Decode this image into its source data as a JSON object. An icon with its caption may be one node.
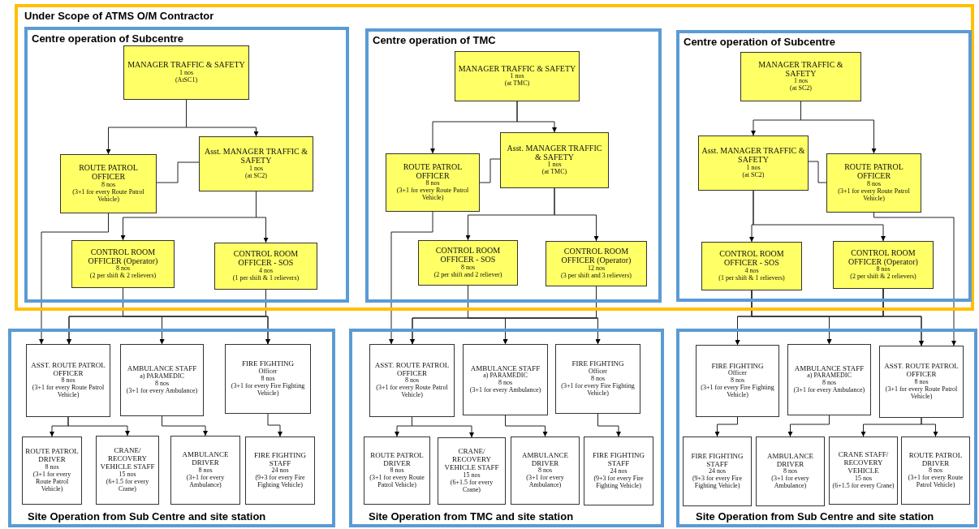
{
  "diagram": {
    "nodes": [
      {
        "text": [
          "Under Scope of ATMS O/M Contractor"
        ]
      },
      {
        "text": [
          "Centre operation of Subcentre"
        ],
        "in": 0
      },
      {
        "text": [
          "MANAGER TRAFFIC & SAFETY",
          "1 nos",
          "(AtSC1)"
        ],
        "in": 1
      },
      {
        "text": [
          "ROUTE PATROL OFFICER",
          "8 nos",
          "(3+1 for every Route Patrol Vehicle)"
        ],
        "in": 1
      },
      {
        "text": [
          "Asst. MANAGER TRAFFIC & SAFETY",
          "1 nos",
          "(at SC2)"
        ],
        "in": 1
      },
      {
        "text": [
          "CONTROL ROOM OFFICER (Operator)",
          "8 nos",
          "(2 per shift & 2 relievers)"
        ],
        "in": 1
      },
      {
        "text": [
          "CONTROL ROOM OFFICER - SOS",
          "4 nos",
          "(1 per shift & 1 relievers)"
        ],
        "in": 1
      },
      {
        "text": [
          "Centre operation of TMC"
        ],
        "in": 0
      },
      {
        "text": [
          "MANAGER TRAFFIC & SAFETY",
          "1 nos",
          "(at TMC)"
        ],
        "in": 7
      },
      {
        "text": [
          "ROUTE PATROL OFFICER",
          "8 nos",
          "(3+1 for every Route Patrol Vehicle)"
        ],
        "in": 7
      },
      {
        "text": [
          "Asst. MANAGER TRAFFIC & SAFETY",
          "1 nos",
          "(at TMC)"
        ],
        "in": 7
      },
      {
        "text": [
          "CONTROL ROOM OFFICER - SOS",
          "8 nos",
          "(2 per shift and 2 reliever)"
        ],
        "in": 7
      },
      {
        "text": [
          "CONTROL ROOM OFFICER (Operator)",
          "12 nos",
          "(3 per shift and 3 relievers)"
        ],
        "in": 7
      },
      {
        "text": [
          "Centre operation of Subcentre"
        ],
        "in": 0
      },
      {
        "text": [
          "MANAGER TRAFFIC & SAFETY",
          "1 nos",
          "(at SC2)"
        ],
        "in": 13
      },
      {
        "text": [
          "Asst. MANAGER TRAFFIC & SAFETY",
          "1 nos",
          "(at SC2)"
        ],
        "in": 13
      },
      {
        "text": [
          "ROUTE PATROL OFFICER",
          "8 nos",
          "(3+1 for every Route Patrol Vehicle)"
        ],
        "in": 13
      },
      {
        "text": [
          "CONTROL ROOM OFFICER - SOS",
          "4 nos",
          "(1 per shift & 1 relievers)"
        ],
        "in": 13
      },
      {
        "text": [
          "CONTROL ROOM OFFICER (Operator)",
          "8 nos",
          "(2 per shift & 2 relievers)"
        ],
        "in": 13
      },
      {
        "text": [
          "Site Operation from Sub Centre and site station"
        ]
      },
      {
        "text": [
          "ASST. ROUTE PATROL OFFICER",
          "8 nos",
          "(3+1 for every Route Patrol Vehicle)"
        ],
        "in": 19
      },
      {
        "text": [
          "AMBULANCE STAFF",
          "a) PARAMEDIC",
          "8 nos",
          "(3+1 for every Ambulance)"
        ],
        "in": 19
      },
      {
        "text": [
          "FIRE FIGHTING",
          "Officer",
          "8 nos",
          "(3+1 for every Fire Fighting Vehicle)"
        ],
        "in": 19
      },
      {
        "text": [
          "ROUTE PATROL DRIVER",
          "8 nos",
          "(3+1 for every Route Patrol Vehicle)"
        ],
        "in": 19
      },
      {
        "text": [
          "CRANE/ RECOVERY VEHICLE STAFF",
          "15 nos",
          "(6+1.5 for every Crane)"
        ],
        "in": 19
      },
      {
        "text": [
          "AMBULANCE DRIVER",
          "8 nos",
          "(3+1 for every Ambulance)"
        ],
        "in": 19
      },
      {
        "text": [
          "FIRE FIGHTING STAFF",
          "24 nos",
          "(9+3 for every Fire Fighting Vehicle)"
        ],
        "in": 19
      },
      {
        "text": [
          "Site Operation from TMC and site station"
        ]
      },
      {
        "text": [
          "ASST. ROUTE PATROL OFFICER",
          "8 nos",
          "(3+1 for every Route Patrol Vehicle)"
        ],
        "in": 27
      },
      {
        "text": [
          "AMBULANCE STAFF",
          "a) PARAMEDIC",
          "8 nos",
          "(3+1 for every Ambulance)"
        ],
        "in": 27
      },
      {
        "text": [
          "FIRE FIGHTING",
          "Officer",
          "8 nos",
          "(3+1 for every Fire Fighting Vehicle)"
        ],
        "in": 27
      },
      {
        "text": [
          "ROUTE PATROL DRIVER",
          "8 nos",
          "(3+1 for every Route Patrol Vehicle)"
        ],
        "in": 27
      },
      {
        "text": [
          "CRANE/ RECOVERY VEHICLE STAFF",
          "15 nos",
          "(6+1.5 for every Crane)"
        ],
        "in": 27
      },
      {
        "text": [
          "AMBULANCE DRIVER",
          "8 nos",
          "(3+1 for every Ambulance)"
        ],
        "in": 27
      },
      {
        "text": [
          "FIRE FIGHTING STAFF",
          "24 nos",
          "(9+3 for every Fire Fighting Vehicle)"
        ],
        "in": 27
      },
      {
        "text": [
          "Site Operation from Sub Centre and site station"
        ]
      },
      {
        "text": [
          "FIRE FIGHTING",
          "Officer",
          "8 nos",
          "(3+1 for every Fire Fighting Vehicle)"
        ],
        "in": 35
      },
      {
        "text": [
          "AMBULANCE STAFF",
          "a) PARAMEDIC",
          "8 nos",
          "(3+1 for every Ambulance)"
        ],
        "in": 35
      },
      {
        "text": [
          "ASST. ROUTE PATROL OFFICER",
          "8 nos",
          "(3+1 for every Route Patrol Vehicle)"
        ],
        "in": 35
      },
      {
        "text": [
          "FIRE FIGHTING STAFF",
          "24 nos",
          "(9+3 for every Fire Fighting Vehicle)"
        ],
        "in": 35
      },
      {
        "text": [
          "AMBULANCE DRIVER",
          "8 nos",
          "(3+1 for every Ambulance)"
        ],
        "in": 35
      },
      {
        "text": [
          "CRANE STAFF/ RECOVERY VEHICLE",
          "15 nos",
          "(6+1.5 for every Crane)"
        ],
        "in": 35
      },
      {
        "text": [
          "ROUTE PATROL DRIVER",
          "8 nos",
          "(3+1 for every Route Patrol Vehicle)"
        ],
        "in": 35
      }
    ],
    "edges": [
      {
        "from": 2,
        "to": 3,
        "arrow": "to"
      },
      {
        "from": 2,
        "to": 4,
        "arrow": "to"
      },
      {
        "from": 4,
        "to": 3,
        "arrow": "none"
      },
      {
        "from": 4,
        "to": 5,
        "arrow": "to"
      },
      {
        "from": 4,
        "to": 6,
        "arrow": "to"
      },
      {
        "from": 3,
        "to": 20,
        "arrow": "to"
      },
      {
        "from": 5,
        "to": 20,
        "arrow": "to"
      },
      {
        "from": 5,
        "to": 21,
        "arrow": "to"
      },
      {
        "from": 5,
        "to": 22,
        "arrow": "to"
      },
      {
        "from": 6,
        "to": 20,
        "arrow": "to"
      },
      {
        "from": 6,
        "to": 21,
        "arrow": "to"
      },
      {
        "from": 6,
        "to": 22,
        "arrow": "to"
      },
      {
        "from": 20,
        "to": 23,
        "arrow": "to"
      },
      {
        "from": 20,
        "to": 24,
        "arrow": "to"
      },
      {
        "from": 21,
        "to": 25,
        "arrow": "to"
      },
      {
        "from": 22,
        "to": 26,
        "arrow": "to"
      },
      {
        "from": 8,
        "to": 9,
        "arrow": "to"
      },
      {
        "from": 8,
        "to": 10,
        "arrow": "to"
      },
      {
        "from": 10,
        "to": 9,
        "arrow": "none"
      },
      {
        "from": 10,
        "to": 11,
        "arrow": "to"
      },
      {
        "from": 10,
        "to": 12,
        "arrow": "to"
      },
      {
        "from": 9,
        "to": 28,
        "arrow": "to"
      },
      {
        "from": 11,
        "to": 28,
        "arrow": "to"
      },
      {
        "from": 11,
        "to": 29,
        "arrow": "to"
      },
      {
        "from": 11,
        "to": 30,
        "arrow": "to"
      },
      {
        "from": 12,
        "to": 28,
        "arrow": "to"
      },
      {
        "from": 12,
        "to": 29,
        "arrow": "to"
      },
      {
        "from": 12,
        "to": 30,
        "arrow": "to"
      },
      {
        "from": 28,
        "to": 31,
        "arrow": "to"
      },
      {
        "from": 28,
        "to": 32,
        "arrow": "to"
      },
      {
        "from": 29,
        "to": 33,
        "arrow": "to"
      },
      {
        "from": 30,
        "to": 34,
        "arrow": "to"
      },
      {
        "from": 14,
        "to": 15,
        "arrow": "to"
      },
      {
        "from": 14,
        "to": 16,
        "arrow": "to"
      },
      {
        "from": 15,
        "to": 16,
        "arrow": "none"
      },
      {
        "from": 15,
        "to": 17,
        "arrow": "to"
      },
      {
        "from": 15,
        "to": 18,
        "arrow": "to"
      },
      {
        "from": 16,
        "to": 38,
        "arrow": "to"
      },
      {
        "from": 17,
        "to": 36,
        "arrow": "to"
      },
      {
        "from": 17,
        "to": 37,
        "arrow": "to"
      },
      {
        "from": 17,
        "to": 38,
        "arrow": "to"
      },
      {
        "from": 18,
        "to": 36,
        "arrow": "to"
      },
      {
        "from": 18,
        "to": 37,
        "arrow": "to"
      },
      {
        "from": 18,
        "to": 38,
        "arrow": "to"
      },
      {
        "from": 36,
        "to": 39,
        "arrow": "to"
      },
      {
        "from": 37,
        "to": 40,
        "arrow": "to"
      },
      {
        "from": 38,
        "to": 41,
        "arrow": "to"
      },
      {
        "from": 38,
        "to": 42,
        "arrow": "to"
      }
    ]
  }
}
